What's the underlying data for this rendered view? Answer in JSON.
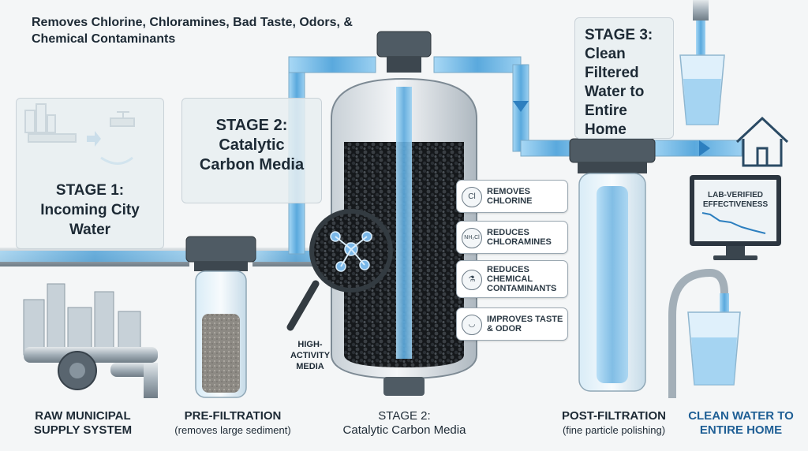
{
  "headline": "Removes Chlorine, Chloramines, Bad Taste, Odors, & Chemical Contaminants",
  "stage1_title": "STAGE 1: Incoming City Water",
  "stage2_panel_title": "STAGE 2: Catalytic Carbon Media",
  "stage3_title": "STAGE 3: Clean Filtered Water to Entire Home",
  "high_activity_label": "HIGH-ACTIVITY MEDIA",
  "callouts": [
    {
      "icon": "Cl",
      "text": "REMOVES CHLORINE"
    },
    {
      "icon": "NH₂Cl",
      "text": "REDUCES CHLORAMINES"
    },
    {
      "icon": "⚗",
      "text": "REDUCES CHEMICAL CONTAMINANTS"
    },
    {
      "icon": "◡",
      "text": "IMPROVES TASTE & ODOR"
    }
  ],
  "monitor_label": "LAB-VERIFIED EFFECTIVENESS",
  "bottom_labels": [
    {
      "title": "RAW MUNICIPAL SUPPLY SYSTEM",
      "sub": ""
    },
    {
      "title": "PRE-FILTRATION",
      "sub": "(removes large sediment)"
    },
    {
      "title": "STAGE 2:",
      "sub": "Catalytic Carbon Media"
    },
    {
      "title": "POST-FILTRATION",
      "sub": "(fine particle polishing)"
    },
    {
      "title": "CLEAN WATER TO ENTIRE HOME",
      "sub": ""
    }
  ],
  "colors": {
    "water": "#6fb6e3",
    "water_dark": "#2d7fbf",
    "pipe": "#9aa7b1",
    "carbon": "#1c1f22",
    "clean_label": "#1f5f95"
  }
}
